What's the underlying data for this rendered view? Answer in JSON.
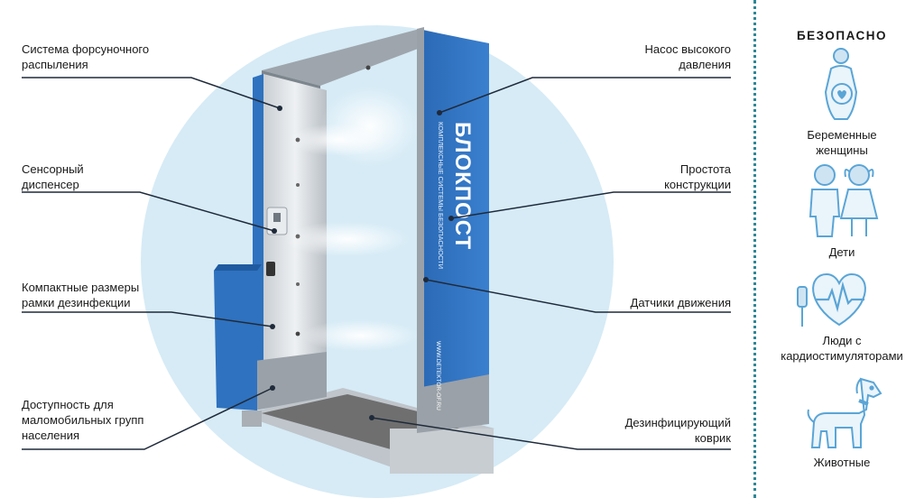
{
  "labels": {
    "spray_system": "Система форсуночного\nраспыления",
    "sensor_dispenser": "Сенсорный\nдиспенсер",
    "compact_size": "Компактные размеры\nрамки дезинфекции",
    "accessibility": "Доступность для\nмаломобильных групп\nнаселения",
    "high_pressure_pump": "Насос высокого\nдавления",
    "simple_design": "Простота\nконструкции",
    "motion_sensors": "Датчики движения",
    "disinfecting_mat": "Дезинфицирующий\nковрик"
  },
  "frame_branding": {
    "brand": "БЛОКПОСТ",
    "tagline": "КОМПЛЕКСНЫЕ СИСТЕМЫ БЕЗОПАСНОСТИ",
    "website": "WWW.DETEKTOR-OF.RU"
  },
  "safety_panel": {
    "title": "БЕЗОПАСНО",
    "items": [
      {
        "label": "Беременные\nженщины",
        "icon": "pregnant-woman-icon"
      },
      {
        "label": "Дети",
        "icon": "children-icon"
      },
      {
        "label": "Люди с\nкардиостимуляторами",
        "icon": "heart-pacemaker-icon"
      },
      {
        "label": "Животные",
        "icon": "dog-icon"
      }
    ]
  },
  "colors": {
    "accent": "#2e8796",
    "frame_blue": "#2f72bf",
    "icon_blue": "#5aa5d6",
    "circle_fill": "#d6ebf6"
  }
}
